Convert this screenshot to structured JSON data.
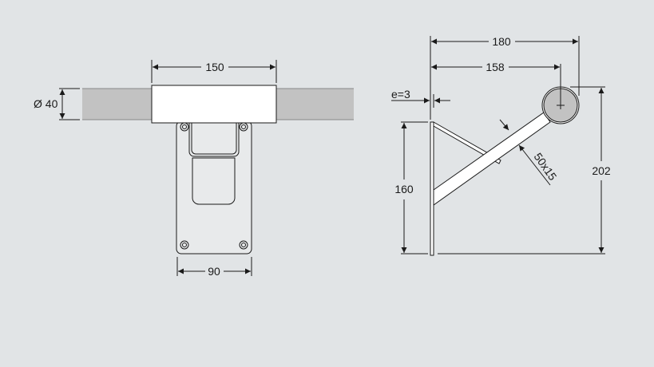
{
  "front_view": {
    "width_top": "150",
    "tube_diameter": "Ø 40",
    "width_plate": "90"
  },
  "side_view": {
    "depth_total": "180",
    "depth_center": "158",
    "thickness": "e=3",
    "height_plate": "160",
    "height_total": "202",
    "arm_section": "50x15"
  },
  "colors": {
    "background": "#e1e4e6",
    "tube": "#c2c2c2",
    "line": "#1a1a1a"
  }
}
